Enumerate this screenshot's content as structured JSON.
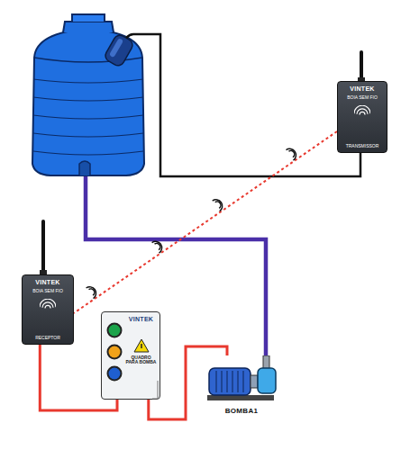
{
  "diagram": {
    "nodes": [
      {
        "text": [
          "VINTEK",
          "BOIA SEM FIO",
          "TRANSMISSOR"
        ]
      },
      {
        "text": [
          "VINTEK",
          "BOIA SEM FIO",
          "RECEPTOR"
        ]
      },
      {
        "text": [
          "VINTEK",
          "QUADRO PARA BOMBA"
        ]
      },
      {
        "text": [
          "BOMBA1"
        ]
      }
    ],
    "edges": [
      {
        "from": 0,
        "to": 1,
        "arrow": "none"
      },
      {
        "from": 1,
        "to": 2,
        "arrow": "none"
      },
      {
        "from": 2,
        "to": 3,
        "arrow": "none"
      }
    ]
  }
}
